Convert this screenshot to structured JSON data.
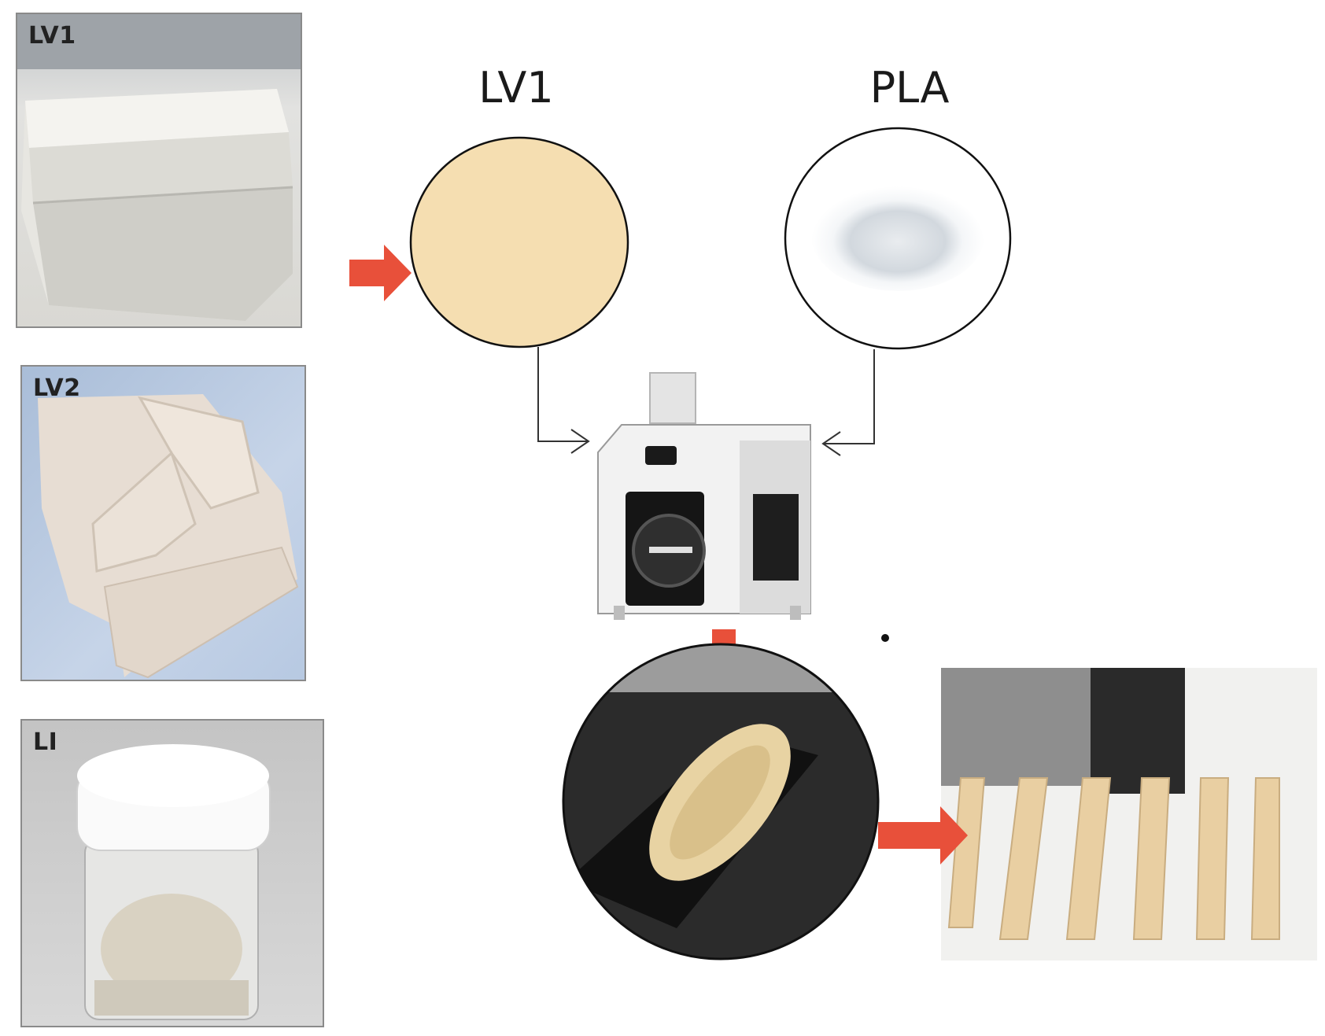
{
  "photos": {
    "lv1_label": "LV1",
    "lv2_label": "LV2",
    "li_label": "LI"
  },
  "materials": {
    "lv1_title": "LV1",
    "pla_title": "PLA"
  },
  "colors": {
    "arrow": "#e8503a",
    "lv1_powder": "#f5deb1",
    "outline": "#111111"
  }
}
